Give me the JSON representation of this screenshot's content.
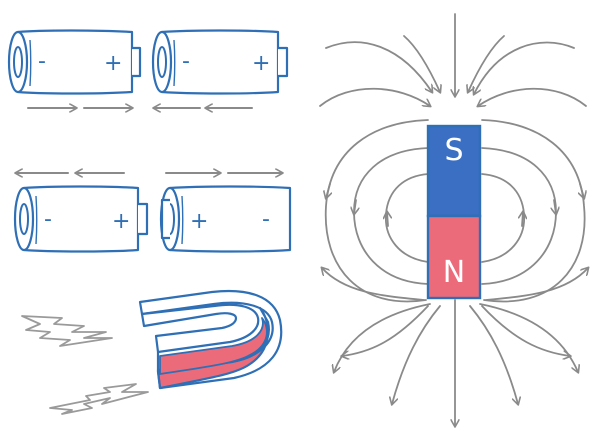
{
  "colors": {
    "outline": "#2f6fb5",
    "field": "#8a8a8a",
    "magnet_s": "#3a6fc4",
    "magnet_n": "#ec6b7a",
    "spark": "#9a9a9a",
    "pole_text": "#ffffff"
  },
  "batteries": [
    {
      "left_sign": "-",
      "right_sign": "+",
      "arrow_direction": "right"
    },
    {
      "left_sign": "-",
      "right_sign": "+",
      "arrow_direction": "left"
    },
    {
      "left_sign": "-",
      "right_sign": "+",
      "arrow_direction": "left"
    },
    {
      "left_sign": "+",
      "right_sign": "-",
      "arrow_direction": "right"
    }
  ],
  "bar_magnet": {
    "top_pole": "S",
    "bottom_pole": "N",
    "icon": "bar-magnet-icon"
  },
  "horseshoe_magnet": {
    "icon": "horseshoe-magnet-icon",
    "sparks": 2
  }
}
